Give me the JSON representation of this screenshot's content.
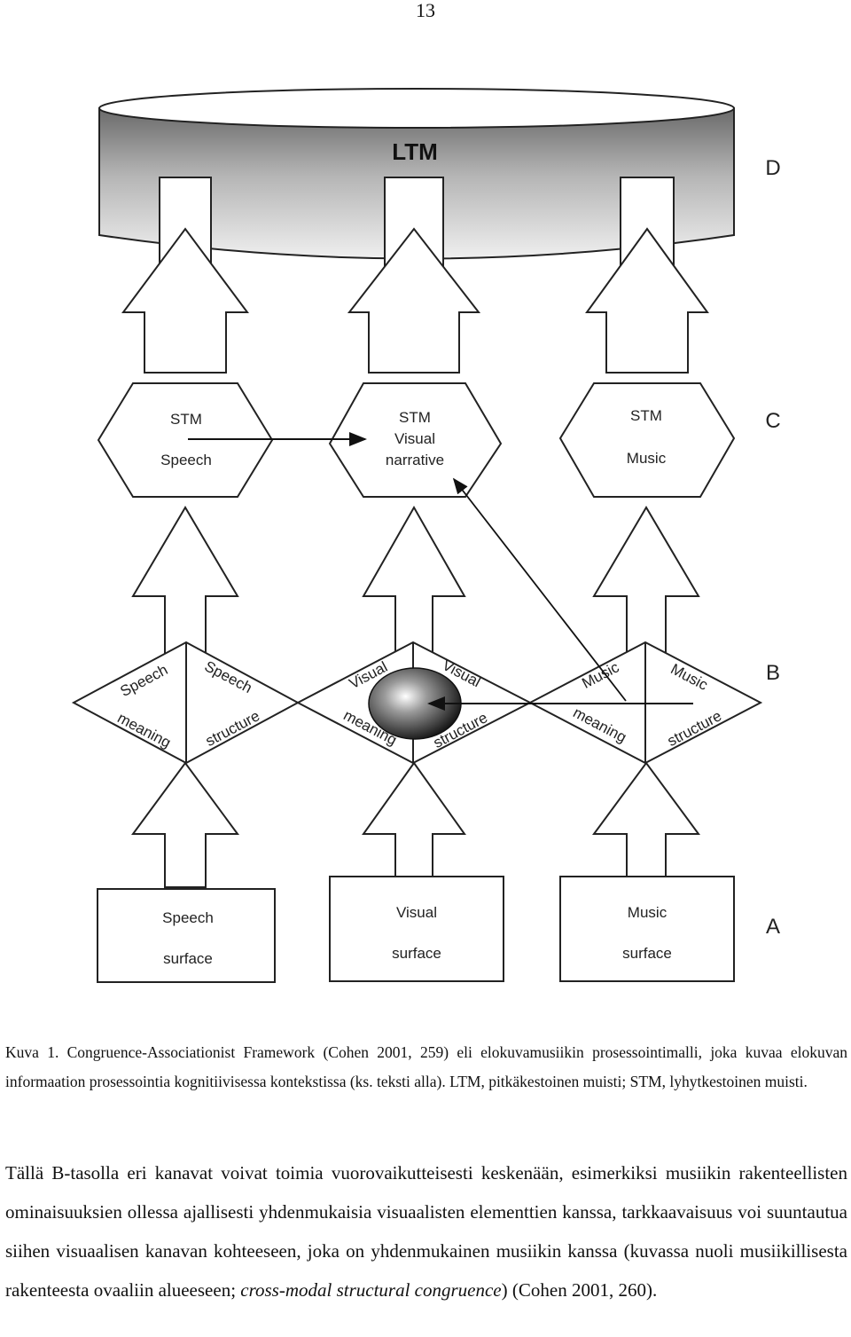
{
  "page_number": "13",
  "diagram": {
    "ltm_label": "LTM",
    "levels": {
      "d": "D",
      "c": "C",
      "b": "B",
      "a": "A"
    },
    "stm_speech": {
      "line1": "STM",
      "line2": "Speech"
    },
    "stm_visual": {
      "line1": "STM",
      "line2": "Visual",
      "line3": "narrative"
    },
    "stm_music": {
      "line1": "STM",
      "line2": "Music"
    },
    "speech_meaning": "meaning",
    "speech_top_left": "Speech",
    "speech_top_right": "Speech",
    "speech_structure": "structure",
    "visual_top_left": "Visual",
    "visual_top_right": "Visual",
    "visual_meaning": "meaning",
    "visual_structure": "structure",
    "music_top_left": "Music",
    "music_top_right": "Music",
    "music_meaning": "meaning",
    "music_structure": "structure",
    "surface_speech": {
      "line1": "Speech",
      "line2": "surface"
    },
    "surface_visual": {
      "line1": "Visual",
      "line2": "surface"
    },
    "surface_music": {
      "line1": "Music",
      "line2": "surface"
    }
  },
  "caption": "Kuva 1. Congruence-Associationist Framework (Cohen 2001, 259) eli elokuvamusiikin prosessointimalli, joka kuvaa elokuvan informaation prosessointia kognitiivisessa kontekstissa (ks. teksti alla). LTM, pitkäkestoinen muisti; STM, lyhytkestoinen muisti.",
  "body": {
    "text_main": "Tällä B-tasolla eri kanavat voivat toimia vuorovaikutteisesti keskenään, esimerkiksi musiikin rakenteellisten ominaisuuksien ollessa ajallisesti yhdenmukaisia visuaalisten elementtien kanssa, tarkkaavaisuus voi suuntautua siihen visuaalisen kanavan kohteeseen, joka on yhdenmukainen musiikin kanssa (kuvassa nuoli musiikillisesta rakenteesta ovaaliin alueeseen; ",
    "text_italic": "cross-modal structural congruence",
    "text_end": ") (Cohen 2001, 260)."
  }
}
